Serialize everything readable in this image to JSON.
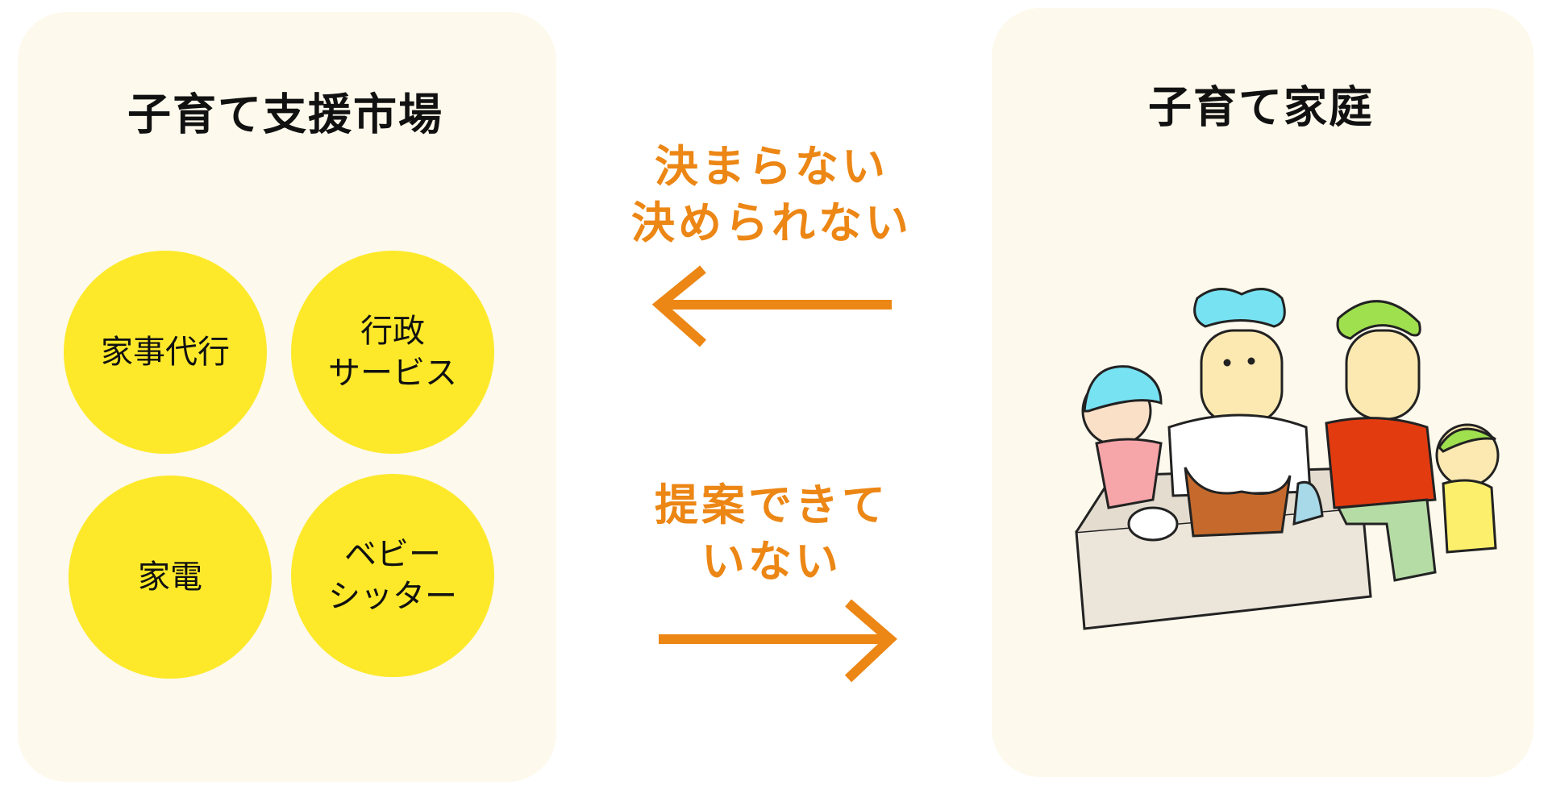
{
  "colors": {
    "panel": "#fdf9ec",
    "circle": "#fde92a",
    "accent": "#ec8614"
  },
  "market": {
    "title": "子育て支援市場",
    "items": [
      {
        "lines": [
          "家事代行"
        ]
      },
      {
        "lines": [
          "行政",
          "サービス"
        ]
      },
      {
        "lines": [
          "家電"
        ]
      },
      {
        "lines": [
          "ベビー",
          "シッター"
        ]
      }
    ]
  },
  "family": {
    "title": "子育て家庭"
  },
  "arrows": {
    "to_market": {
      "lines": [
        "決まらない",
        "決められない"
      ],
      "icon": "arrow-left-icon"
    },
    "to_family": {
      "lines": [
        "提案できて",
        "いない"
      ],
      "icon": "arrow-right-icon"
    }
  }
}
